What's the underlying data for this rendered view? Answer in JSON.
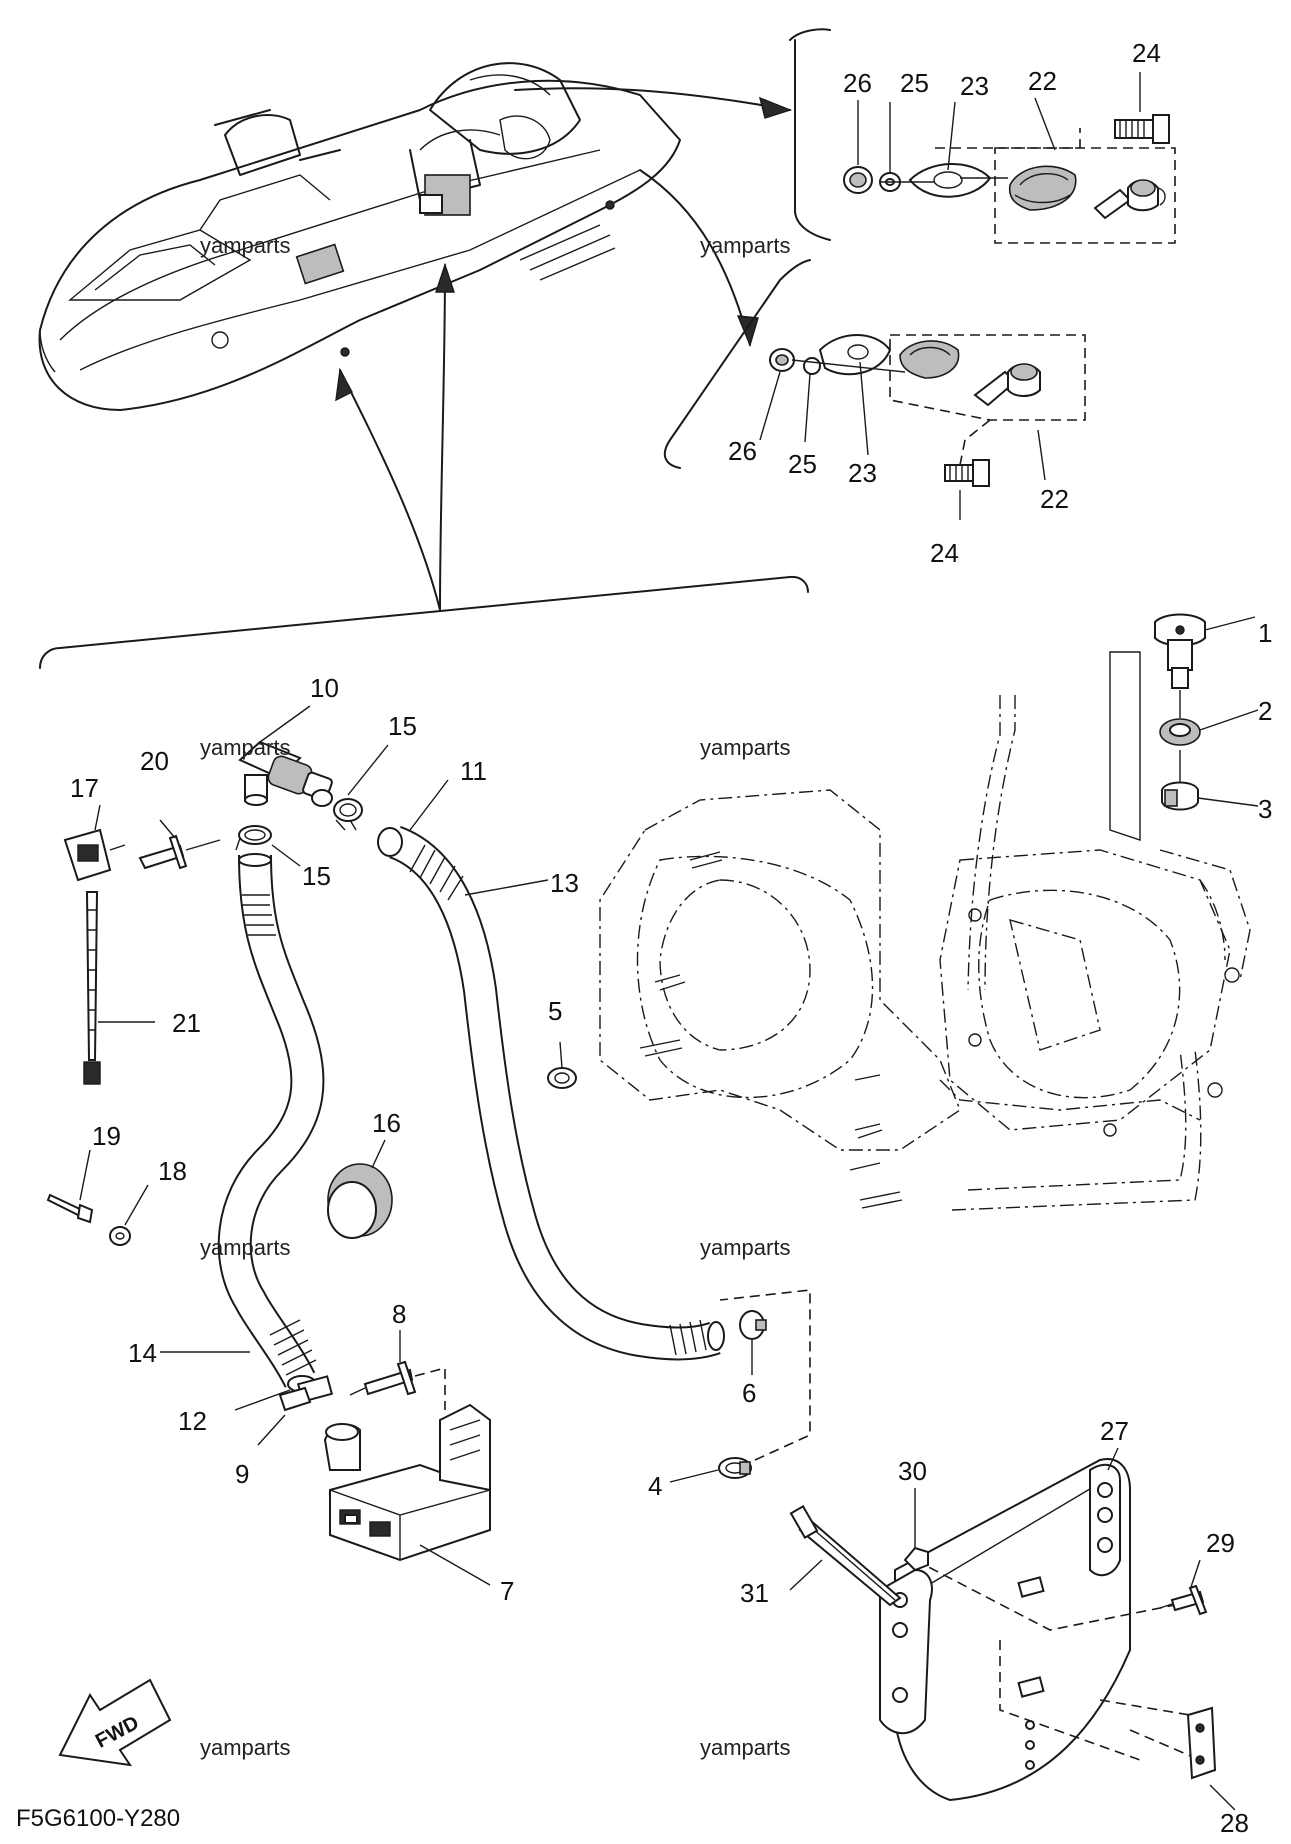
{
  "diagram_code": "F5G6100-Y280",
  "watermark": "yamparts",
  "fwd_label": "FWD",
  "callouts": {
    "c1": "1",
    "c2": "2",
    "c3": "3",
    "c4": "4",
    "c5": "5",
    "c6": "6",
    "c7": "7",
    "c8": "8",
    "c9": "9",
    "c10": "10",
    "c11": "11",
    "c12": "12",
    "c13": "13",
    "c14": "14",
    "c15a": "15",
    "c15b": "15",
    "c16": "16",
    "c17": "17",
    "c18": "18",
    "c19": "19",
    "c20": "20",
    "c21": "21",
    "c22a": "22",
    "c22b": "22",
    "c23a": "23",
    "c23b": "23",
    "c24a": "24",
    "c24b": "24",
    "c25a": "25",
    "c25b": "25",
    "c26a": "26",
    "c26b": "26",
    "c27": "27",
    "c28": "28",
    "c29": "29",
    "c30": "30",
    "c31": "31"
  }
}
